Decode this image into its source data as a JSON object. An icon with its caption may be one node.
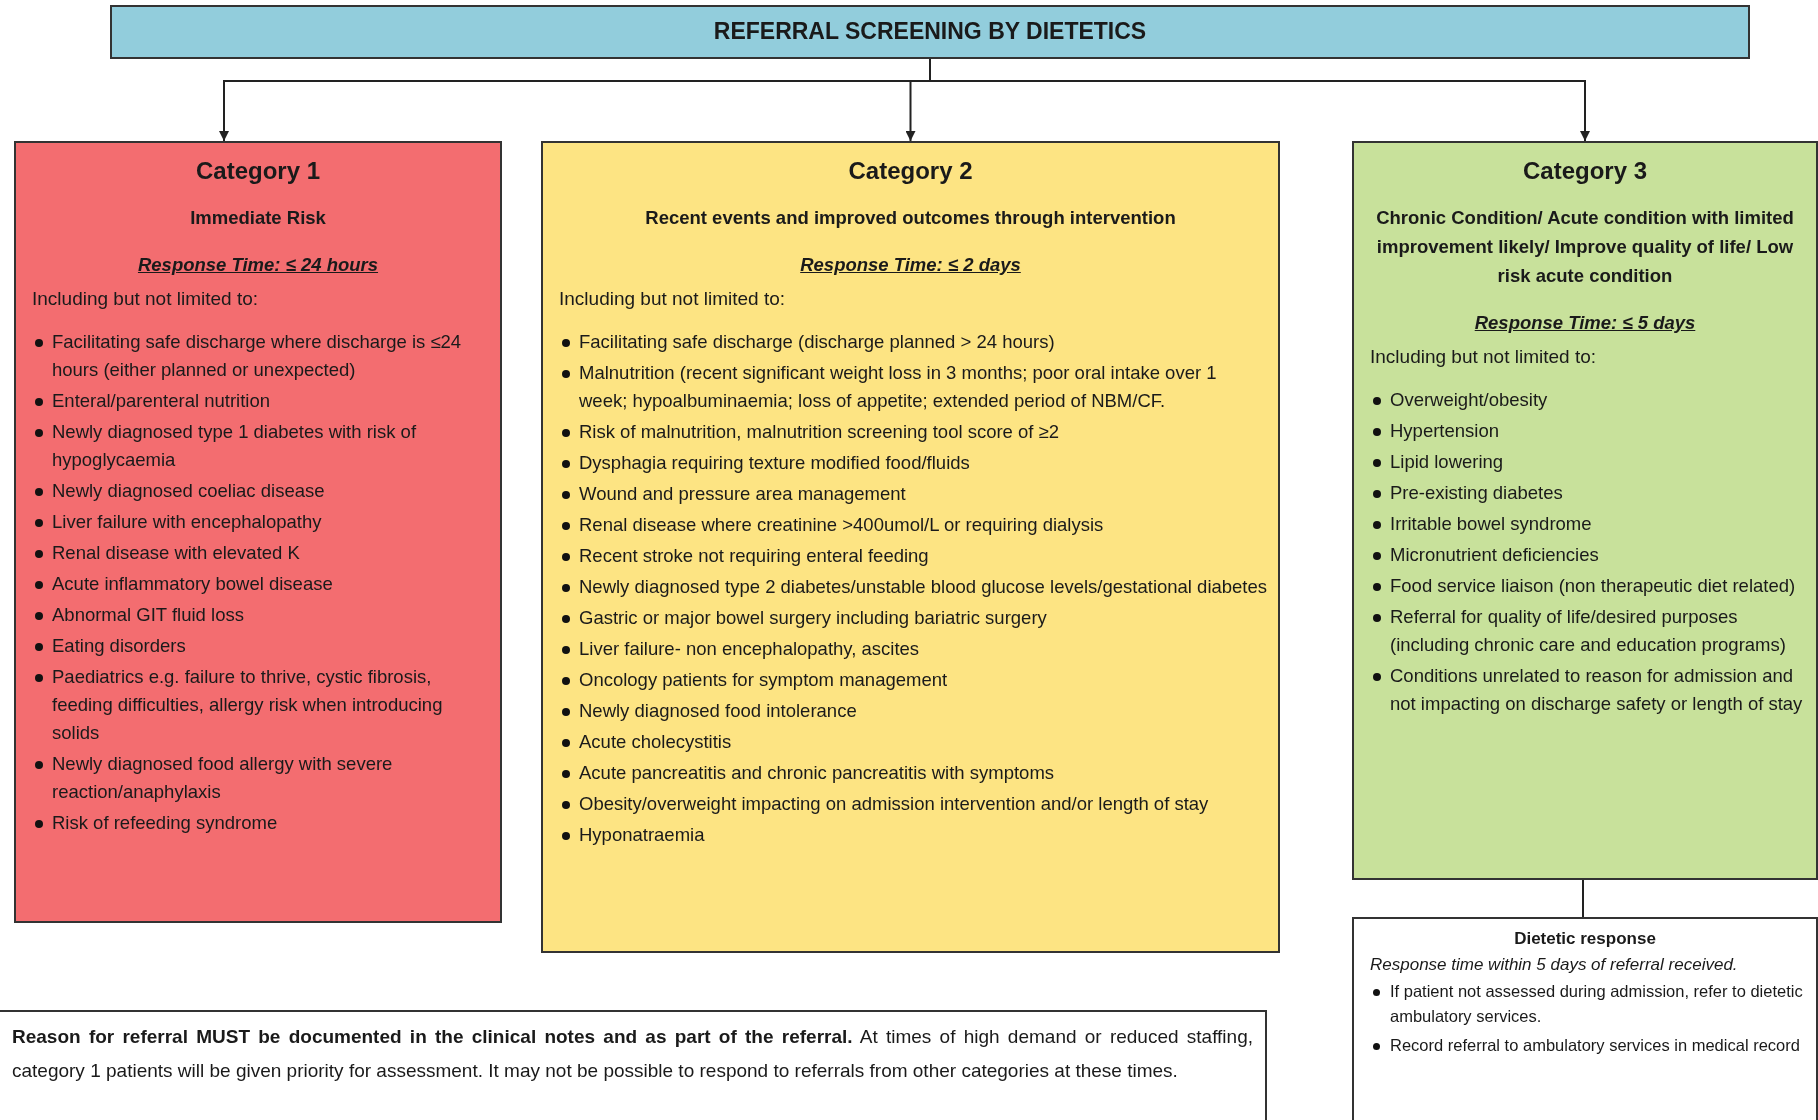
{
  "diagram": {
    "nodes": [
      {
        "text": [
          "REFERRAL SCREENING BY DIETETICS"
        ]
      },
      {
        "text": [
          "Category 1",
          "Immediate Risk",
          "Response Time: ≤ 24 hours",
          "Including but not limited to:",
          "Facilitating safe discharge where discharge is ≤24 hours (either planned or unexpected)",
          "Enteral/parenteral nutrition",
          "Newly diagnosed type 1 diabetes with risk of hypoglycaemia",
          "Newly diagnosed coeliac disease",
          "Liver failure with encephalopathy",
          "Renal disease with elevated K",
          "Acute inflammatory bowel disease",
          "Abnormal GIT fluid loss",
          "Eating disorders",
          "Paediatrics e.g. failure to thrive, cystic fibrosis, feeding difficulties, allergy risk when introducing solids",
          "Newly diagnosed food allergy with severe reaction/anaphylaxis",
          "Risk of refeeding syndrome"
        ]
      },
      {
        "text": [
          "Category 2",
          "Recent events and improved outcomes through intervention",
          "Response Time: ≤ 2 days",
          "Including but not limited to:",
          "Facilitating safe discharge (discharge planned > 24 hours)",
          "Malnutrition (recent significant weight loss in 3 months; poor oral intake over 1 week; hypoalbuminaemia; loss of appetite; extended period of NBM/CF.",
          "Risk of malnutrition, malnutrition screening tool score of ≥2",
          "Dysphagia requiring texture modified food/fluids",
          "Wound and pressure area management",
          "Renal disease where creatinine >400umol/L or requiring dialysis",
          "Recent stroke not requiring enteral feeding",
          "Newly diagnosed type 2 diabetes/unstable blood glucose levels/gestational diabetes",
          "Gastric or major bowel surgery including bariatric surgery",
          "Liver failure- non encephalopathy, ascites",
          "Oncology patients for symptom management",
          "Newly diagnosed food intolerance",
          "Acute cholecystitis",
          "Acute pancreatitis and chronic pancreatitis with symptoms",
          "Obesity/overweight impacting on admission intervention and/or length of stay",
          "Hyponatraemia"
        ]
      },
      {
        "text": [
          "Category 3",
          "Chronic Condition/ Acute condition with limited improvement likely/ Improve quality of life/ Low risk acute condition",
          "Response Time: ≤ 5 days",
          "Including but not limited to:",
          "Overweight/obesity",
          "Hypertension",
          "Lipid lowering",
          "Pre-existing diabetes",
          "Irritable bowel syndrome",
          "Micronutrient deficiencies",
          "Food service liaison (non therapeutic diet related)",
          "Referral for quality of life/desired purposes (including chronic care and education programs)",
          "Conditions unrelated to reason for admission and not impacting on discharge safety or length of stay"
        ]
      },
      {
        "text": [
          "Dietetic response",
          "Response time within 5 days of referral received.",
          "If patient not assessed during admission, refer to dietetic ambulatory services.",
          "Record referral to ambulatory services in medical record"
        ]
      },
      {
        "text": [
          "**Reason for referral MUST be documented in the clinical notes and as part of the referral.** At times of high demand or reduced staffing, category 1 patients will be given priority for assessment. It may not be possible to respond to referrals from other categories at these times."
        ]
      }
    ],
    "edges": [
      {
        "from": 0,
        "to": 1,
        "arrow": "to"
      },
      {
        "from": 0,
        "to": 2,
        "arrow": "to"
      },
      {
        "from": 0,
        "to": 3,
        "arrow": "to"
      },
      {
        "from": 3,
        "to": 4,
        "arrow": "none"
      }
    ]
  }
}
